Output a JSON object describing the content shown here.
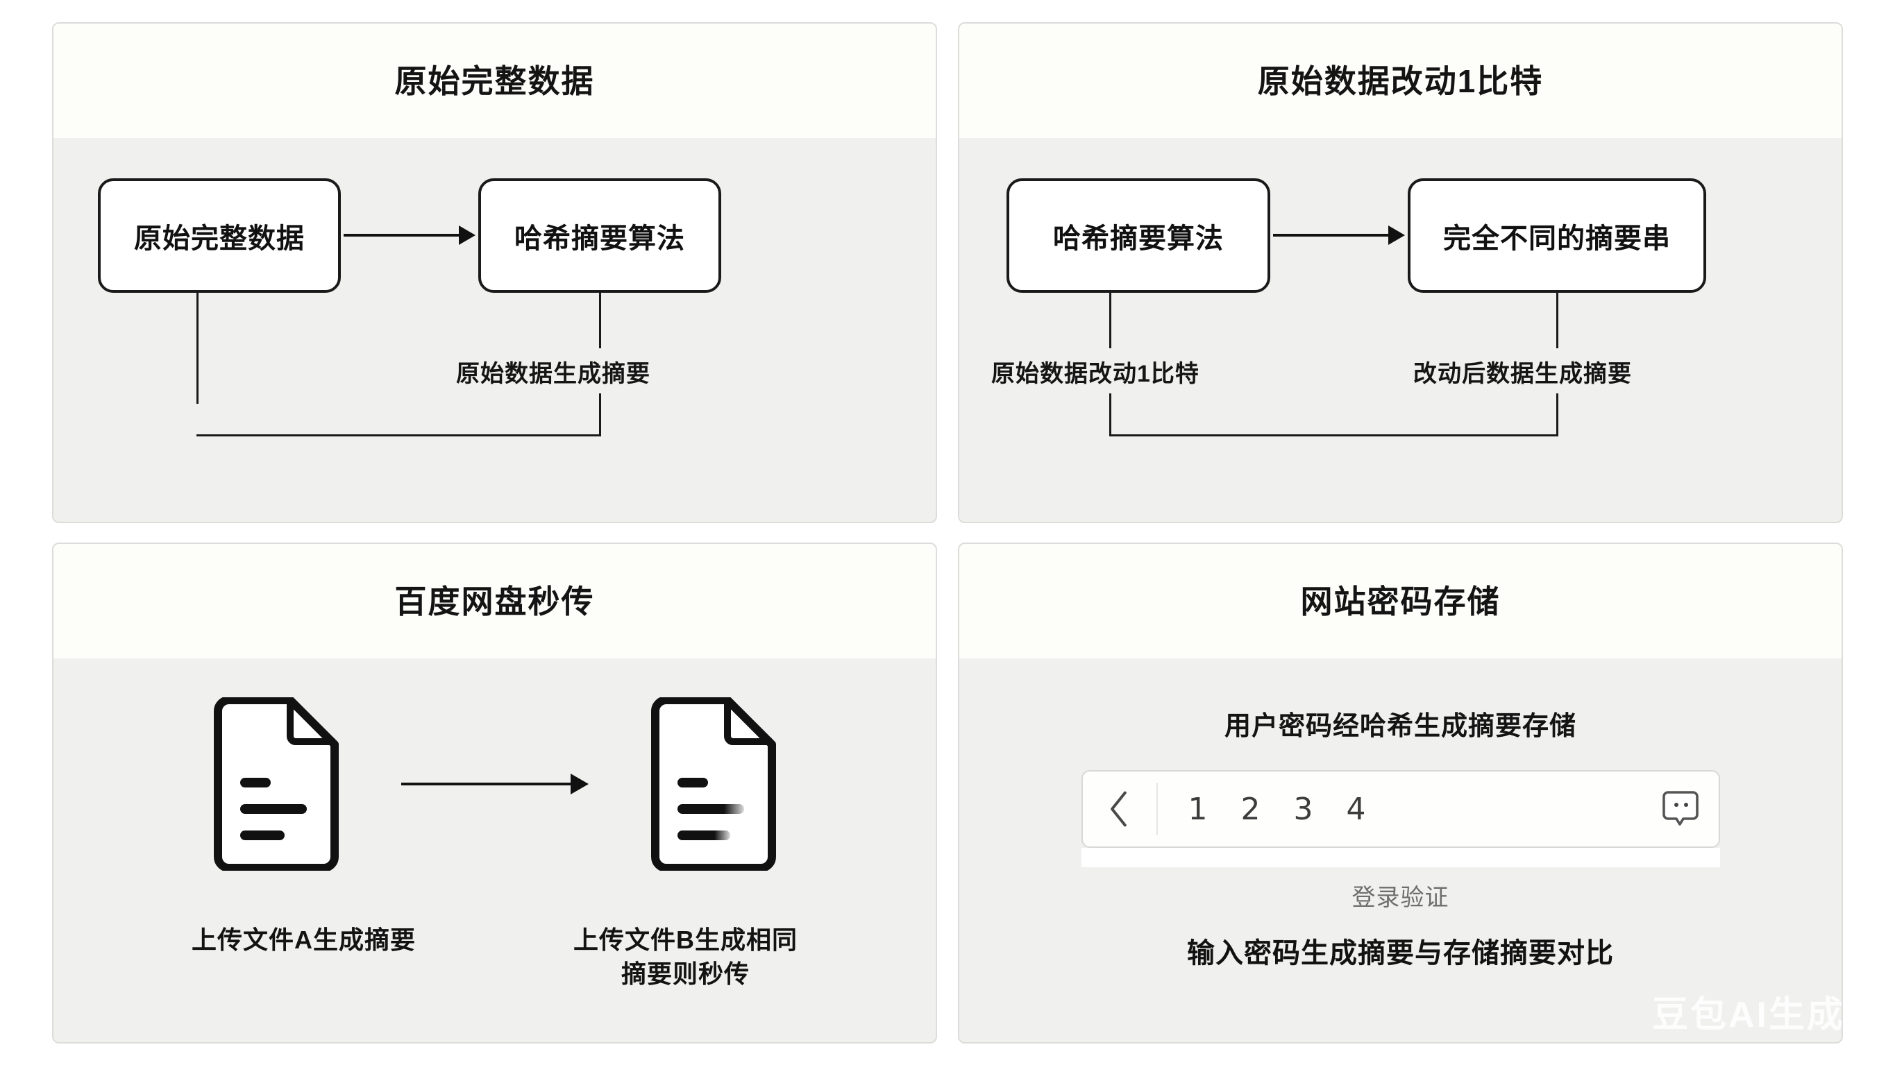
{
  "panels": [
    {
      "id": "original-data",
      "title": "原始完整数据",
      "nodes": [
        {
          "label": "原始完整数据"
        },
        {
          "label": "哈希摘要算法"
        }
      ],
      "captions": [
        {
          "text": "原始数据生成摘要"
        }
      ]
    },
    {
      "id": "one-bit-change",
      "title": "原始数据改动1比特",
      "nodes": [
        {
          "label": "哈希摘要算法"
        },
        {
          "label": "完全不同的摘要串"
        }
      ],
      "captions": [
        {
          "text": "原始数据改动1比特"
        },
        {
          "text": "改动后数据生成摘要"
        }
      ]
    },
    {
      "id": "baidu-instant-upload",
      "title": "百度网盘秒传",
      "files": [
        {
          "caption": "上传文件A生成摘要",
          "icon": "document-icon"
        },
        {
          "caption": "上传文件B生成相同\n摘要则秒传",
          "icon": "document-icon"
        }
      ]
    },
    {
      "id": "website-password-storage",
      "title": "网站密码存储",
      "subtitle": "用户密码经哈希生成摘要存储",
      "input": {
        "back_icon": "chevron-left-icon",
        "digits": [
          "1",
          "2",
          "3",
          "4"
        ],
        "emoji_icon": "emoji-bubble-icon"
      },
      "link_label": "登录验证",
      "note": "输入密码生成摘要与存储摘要对比"
    }
  ],
  "watermark": "豆包AI生成",
  "colors": {
    "page_bg": "#ffffff",
    "panel_body_bg": "#f0f0ee",
    "panel_header_bg": "#fdfdfa",
    "panel_border": "#dcdcda",
    "stroke": "#1a1a1a",
    "text": "#141414",
    "muted_text": "#6e6e6e"
  }
}
